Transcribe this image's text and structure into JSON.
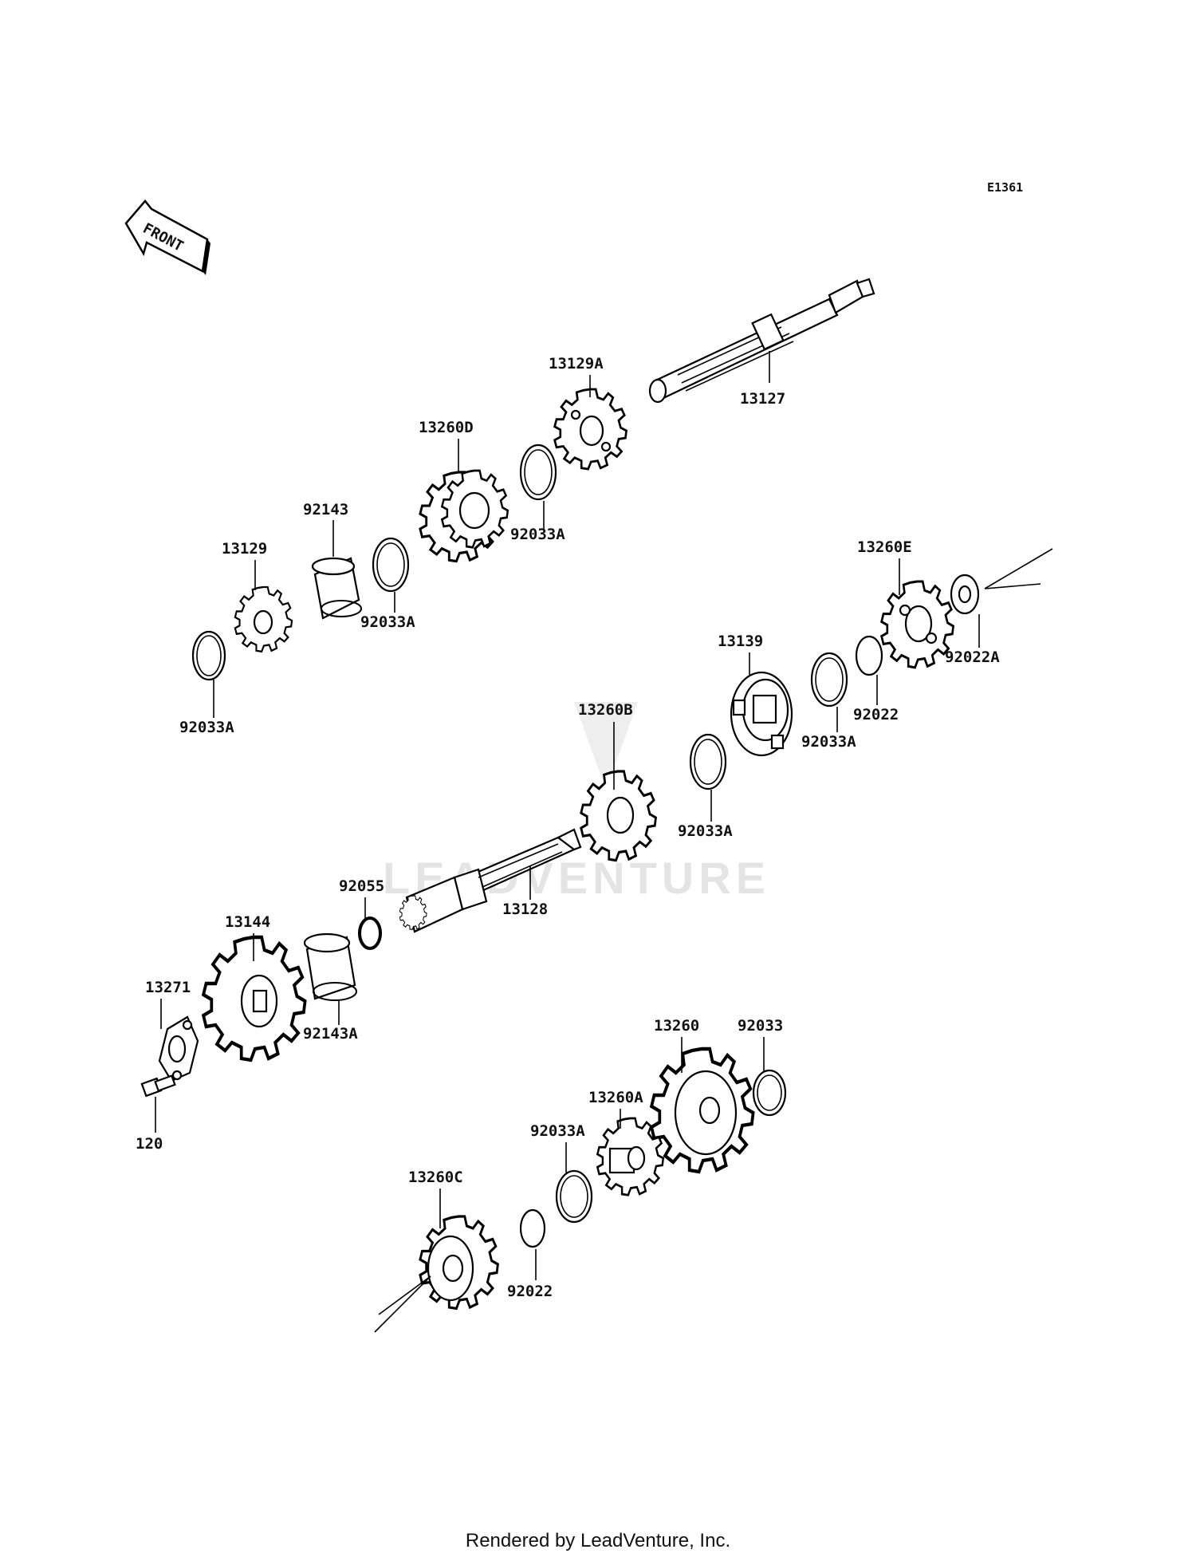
{
  "diagram_code": "E1361",
  "front_arrow": "FRONT",
  "watermark": "LEADVENTURE",
  "footer": "Rendered by LeadVenture, Inc.",
  "parts": [
    {
      "id": "13129A",
      "label": "13129A"
    },
    {
      "id": "13127",
      "label": "13127"
    },
    {
      "id": "13260D",
      "label": "13260D"
    },
    {
      "id": "92033A_1",
      "label": "92033A"
    },
    {
      "id": "92143",
      "label": "92143"
    },
    {
      "id": "13129",
      "label": "13129"
    },
    {
      "id": "92033A_2",
      "label": "92033A"
    },
    {
      "id": "92033A_3",
      "label": "92033A"
    },
    {
      "id": "13260E",
      "label": "13260E"
    },
    {
      "id": "92022A",
      "label": "92022A"
    },
    {
      "id": "13139",
      "label": "13139"
    },
    {
      "id": "92022_1",
      "label": "92022"
    },
    {
      "id": "92033A_4",
      "label": "92033A"
    },
    {
      "id": "13260B",
      "label": "13260B"
    },
    {
      "id": "92033A_5",
      "label": "92033A"
    },
    {
      "id": "92055",
      "label": "92055"
    },
    {
      "id": "13128",
      "label": "13128"
    },
    {
      "id": "13144",
      "label": "13144"
    },
    {
      "id": "13271",
      "label": "13271"
    },
    {
      "id": "92143A",
      "label": "92143A"
    },
    {
      "id": "120",
      "label": "120"
    },
    {
      "id": "13260",
      "label": "13260"
    },
    {
      "id": "92033",
      "label": "92033"
    },
    {
      "id": "13260A",
      "label": "13260A"
    },
    {
      "id": "92033A_6",
      "label": "92033A"
    },
    {
      "id": "13260C",
      "label": "13260C"
    },
    {
      "id": "92022_2",
      "label": "92022"
    }
  ]
}
